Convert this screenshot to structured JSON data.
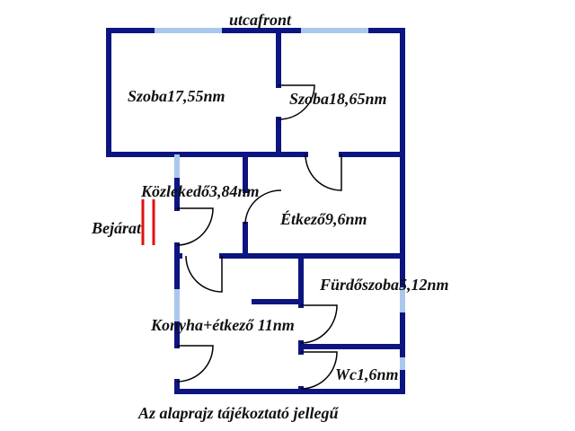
{
  "plan": {
    "street_label": "utcafront",
    "entrance_label": "Bejárat",
    "disclaimer": "Az alaprajz tájékoztató jellegű",
    "rooms": [
      {
        "label": "Szoba17,55nm"
      },
      {
        "label": "Szoba18,65nm"
      },
      {
        "label": "Közlekedő3,84nm"
      },
      {
        "label": "Étkező9,6nm"
      },
      {
        "label": "Fürdőszoba5,12nm"
      },
      {
        "label": "Konyha+étkező 11nm"
      },
      {
        "label": "Wc1,6nm"
      }
    ]
  },
  "colors": {
    "wall": "#0c1580",
    "window": "#a9c8ec",
    "entrance": "#e01010"
  }
}
